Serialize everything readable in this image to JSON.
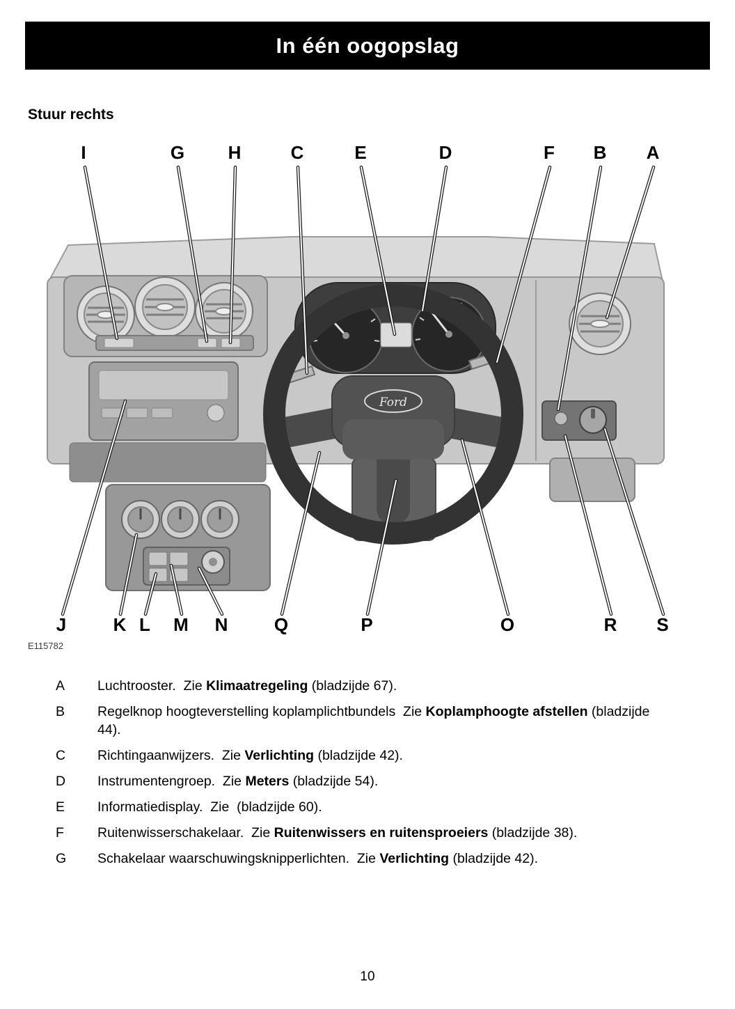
{
  "header": {
    "title": "In één oogopslag"
  },
  "section_title": "Stuur rechts",
  "figure": {
    "ref": "E115782",
    "brand_badge": "Ford",
    "top_labels": [
      "I",
      "G",
      "H",
      "C",
      "E",
      "D",
      "F",
      "B",
      "A"
    ],
    "bottom_labels": [
      "J",
      "K",
      "L",
      "M",
      "N",
      "Q",
      "P",
      "O",
      "R",
      "S"
    ]
  },
  "legend": [
    {
      "letter": "A",
      "parts": [
        {
          "text": "Luchtrooster.  Zie ",
          "bold": false
        },
        {
          "text": "Klimaatregeling",
          "bold": true
        },
        {
          "text": " (bladzijde 67).",
          "bold": false
        }
      ]
    },
    {
      "letter": "B",
      "parts": [
        {
          "text": "Regelknop hoogteverstelling koplamplichtbundels  Zie ",
          "bold": false
        },
        {
          "text": "Koplamphoogte afstellen",
          "bold": true
        },
        {
          "text": " (bladzijde 44).",
          "bold": false
        }
      ]
    },
    {
      "letter": "C",
      "parts": [
        {
          "text": "Richtingaanwijzers.  Zie ",
          "bold": false
        },
        {
          "text": "Verlichting",
          "bold": true
        },
        {
          "text": " (bladzijde 42).",
          "bold": false
        }
      ]
    },
    {
      "letter": "D",
      "parts": [
        {
          "text": "Instrumentengroep.  Zie ",
          "bold": false
        },
        {
          "text": "Meters",
          "bold": true
        },
        {
          "text": " (bladzijde 54).",
          "bold": false
        }
      ]
    },
    {
      "letter": "E",
      "parts": [
        {
          "text": "Informatiedisplay.  Zie  (bladzijde 60).",
          "bold": false
        }
      ]
    },
    {
      "letter": "F",
      "parts": [
        {
          "text": "Ruitenwisserschakelaar.  Zie ",
          "bold": false
        },
        {
          "text": "Ruitenwissers en ruitensproeiers",
          "bold": true
        },
        {
          "text": " (bladzijde 38).",
          "bold": false
        }
      ]
    },
    {
      "letter": "G",
      "parts": [
        {
          "text": "Schakelaar waarschuwingsknipperlichten.  Zie ",
          "bold": false
        },
        {
          "text": "Verlichting",
          "bold": true
        },
        {
          "text": " (bladzijde 42).",
          "bold": false
        }
      ]
    }
  ],
  "footer": {
    "page_number": "10"
  }
}
